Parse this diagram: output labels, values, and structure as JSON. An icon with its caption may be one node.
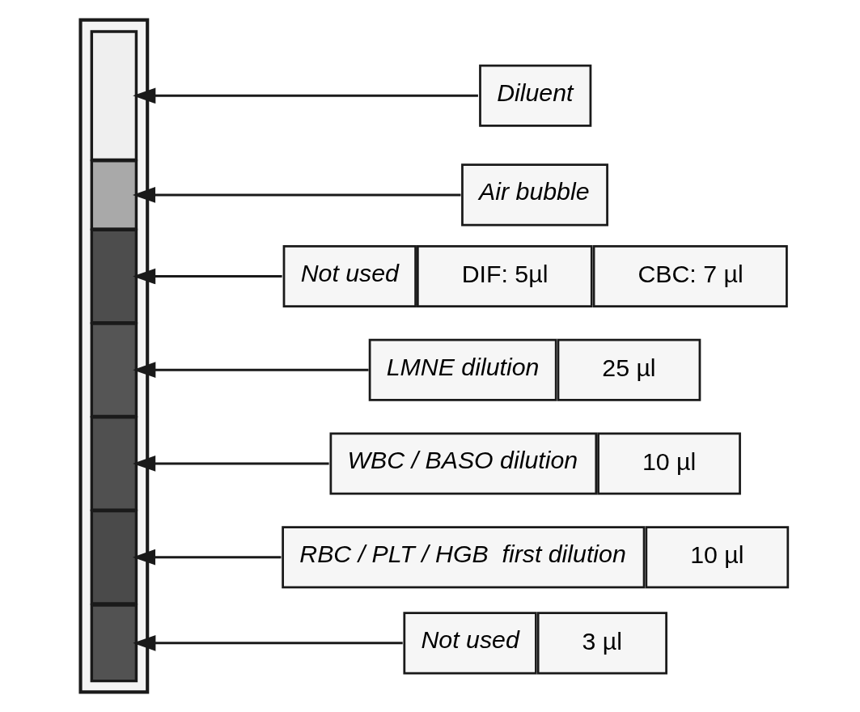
{
  "diagram": {
    "nodes": [
      {
        "text": [],
        "shape": "bar"
      },
      {
        "text": [],
        "shape": "box",
        "in": 0
      },
      {
        "text": [],
        "shape": "box",
        "in": 0
      },
      {
        "text": [],
        "shape": "box",
        "in": 0
      },
      {
        "text": [],
        "shape": "box",
        "in": 0
      },
      {
        "text": [],
        "shape": "box",
        "in": 0
      },
      {
        "text": [],
        "shape": "box",
        "in": 0
      },
      {
        "text": [],
        "shape": "box",
        "in": 0
      },
      {
        "text": [
          "Diluent"
        ]
      },
      {
        "text": [
          "Air bubble"
        ]
      },
      {
        "text": [
          "Not used",
          "DIF: 5µl",
          "CBC: 7 µl"
        ]
      },
      {
        "text": [
          "LMNE dilution",
          "25 µl"
        ]
      },
      {
        "text": [
          "WBC / BASO dilution",
          "10 µl"
        ]
      },
      {
        "text": [
          "RBC / PLT / HGB  first dilution",
          "10 µl"
        ]
      },
      {
        "text": [
          "Not used",
          "3 µl"
        ]
      }
    ],
    "edges": [
      {
        "from": 8,
        "to": 1,
        "arrow": "to"
      },
      {
        "from": 9,
        "to": 2,
        "arrow": "to"
      },
      {
        "from": 10,
        "to": 3,
        "arrow": "to"
      },
      {
        "from": 11,
        "to": 4,
        "arrow": "to"
      },
      {
        "from": 12,
        "to": 5,
        "arrow": "to"
      },
      {
        "from": 13,
        "to": 6,
        "arrow": "to"
      },
      {
        "from": 14,
        "to": 7,
        "arrow": "to"
      }
    ]
  }
}
